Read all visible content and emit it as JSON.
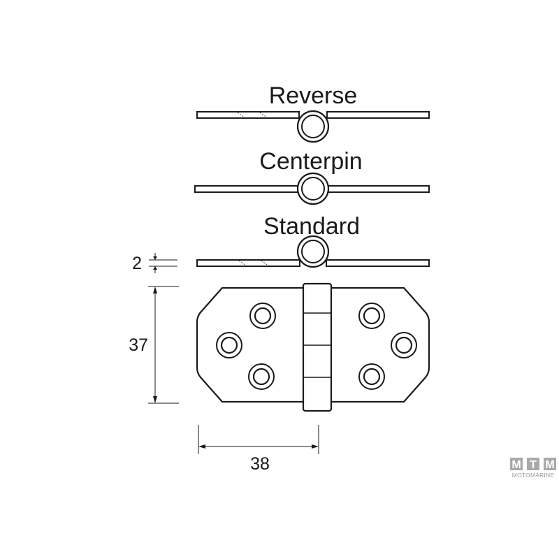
{
  "variants": {
    "reverse": "Reverse",
    "centerpin": "Centerpin",
    "standard": "Standard"
  },
  "dimensions": {
    "thickness": "2",
    "height": "37",
    "width": "38"
  },
  "logo": {
    "letters": [
      "M",
      "T",
      "M"
    ],
    "text": "MOTOMARINE"
  },
  "colors": {
    "stroke": "#1a1a1a",
    "logo_box": "#a9a9a9",
    "logo_text": "#9a9a9a"
  }
}
